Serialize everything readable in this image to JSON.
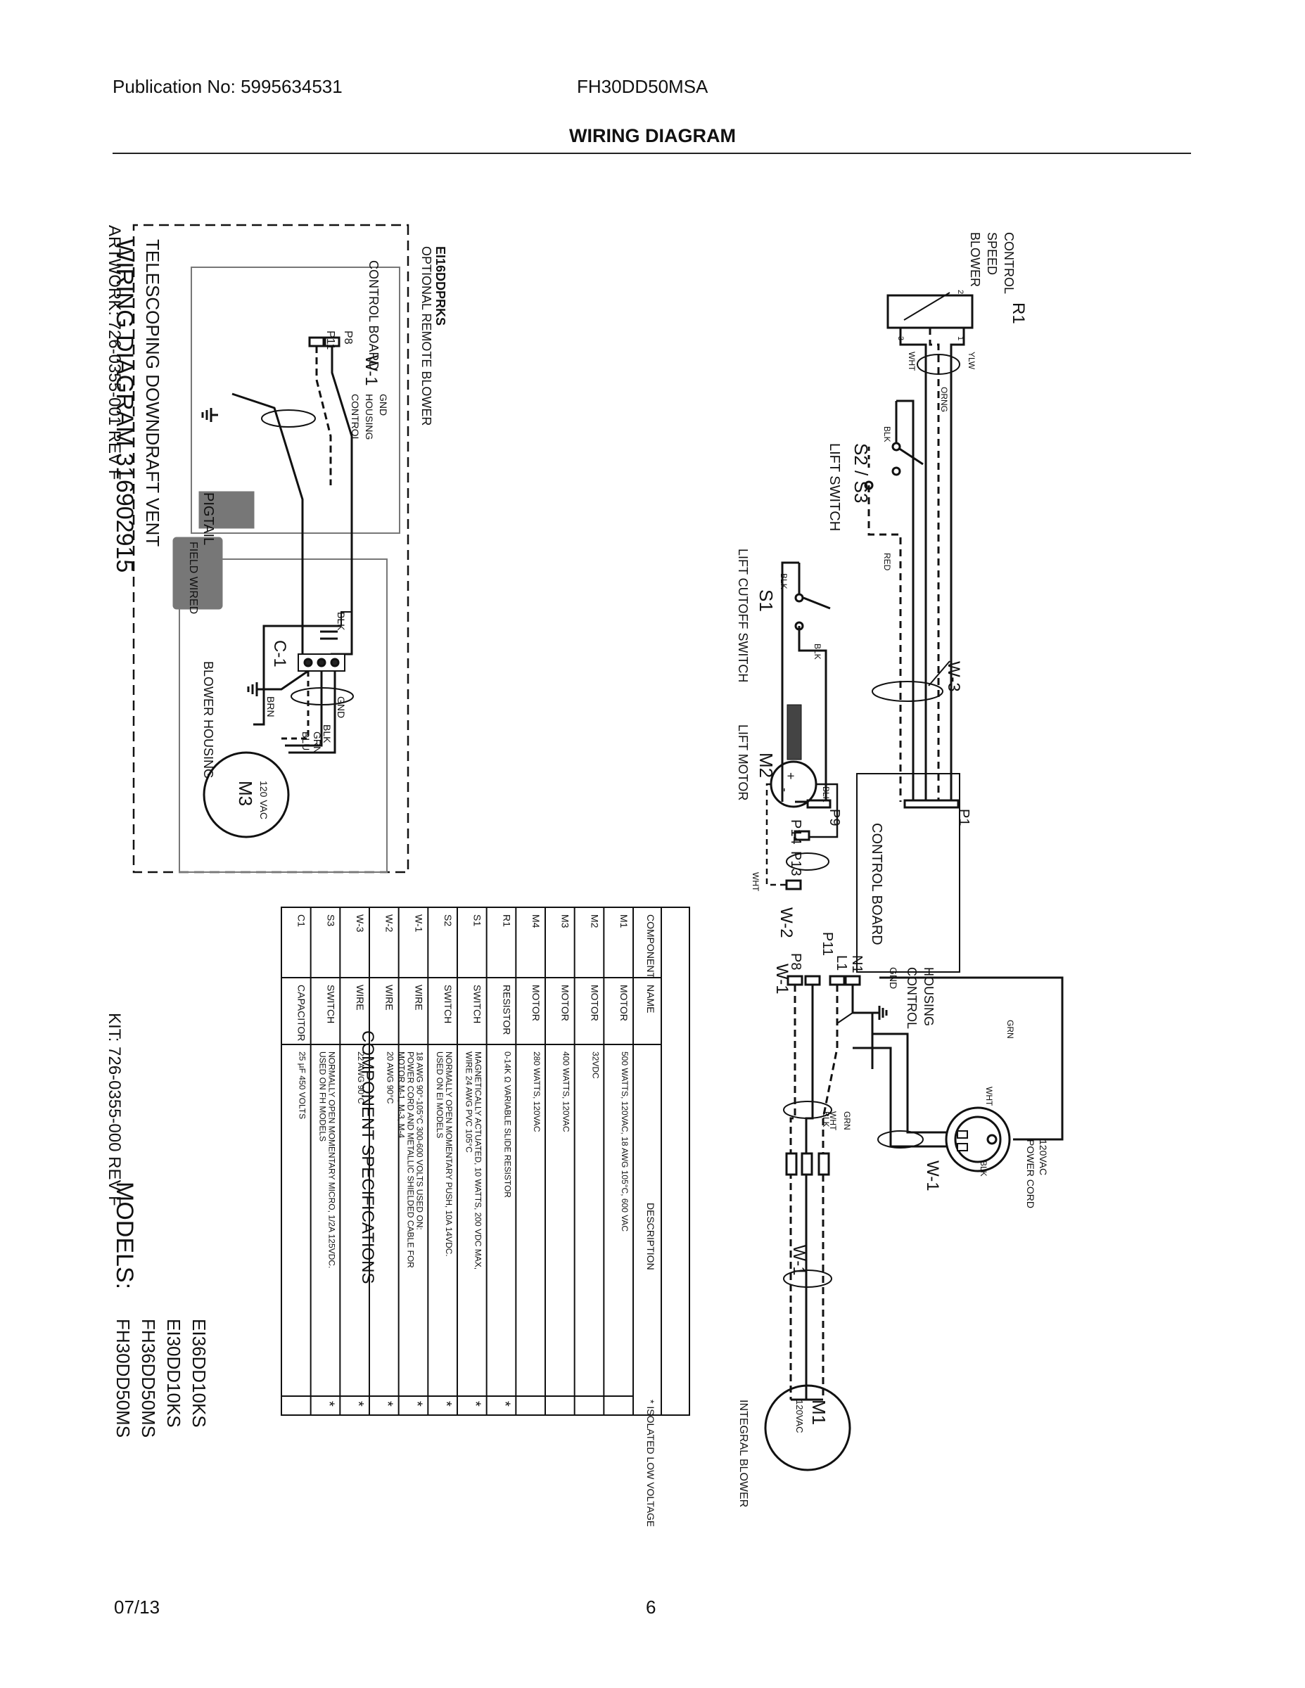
{
  "header": {
    "publication": "Publication No: 5995634531",
    "model": "FH30DD50MSA",
    "title": "WIRING DIAGRAM"
  },
  "footer": {
    "date": "07/13",
    "page": "6"
  },
  "diagram": {
    "title": "WIRING DIAGRAM  316902915",
    "subtitle": "TELESCOPING DOWNDRAFT VENT",
    "models_label": "MODELS:",
    "models": [
      "FH30DD50MS",
      "FH36DD50MS",
      "EI30DD10KS",
      "EI36DD10KS"
    ],
    "labels": {
      "blower_speed_1": "BLOWER",
      "blower_speed_2": "SPEED",
      "blower_speed_3": "CONTROL",
      "r1": "R1",
      "pin1": "1",
      "pin2": "2",
      "pin3": "3",
      "ylw": "YLW",
      "wht": "WHT",
      "orng": "ORNG",
      "blk": "BLK",
      "red": "RED",
      "grn": "GRN",
      "blu": "BLU",
      "brn": "BRN",
      "lift_switch": "LIFT SWITCH",
      "s2s3": "S2 / S3",
      "lift_cutoff": "LIFT CUTOFF SWITCH",
      "s1": "S1",
      "lift_motor": "LIFT MOTOR",
      "m2": "M2",
      "plus": "+",
      "minus": "-",
      "w3": "W-3",
      "w2": "W-2",
      "w1": "W-1",
      "p1": "P1",
      "p9": "P9",
      "p14": "P14",
      "p13": "P13",
      "p11": "P11",
      "p8": "P8",
      "l1": "L1",
      "n1": "N1",
      "control_board": "CONTROL BOARD",
      "gnd": "GND",
      "control_housing_1": "CONTROL",
      "control_housing_2": "HOUSING",
      "power_cord_1": "POWER CORD",
      "power_cord_2": "120VAC",
      "m1": "M1",
      "m1_volt": "120VAC",
      "integral_blower": "INTEGRAL BLOWER",
      "opt_title_1": "OPTIONAL REMOTE BLOWER",
      "opt_title_2": "EI16DDPRKS",
      "pigtail": "PIGTAIL",
      "field_wired": "FIELD WIRED",
      "c1": "C-1",
      "blower_housing": "BLOWER HOUSING",
      "m3": "M3",
      "m3_volt": "120 VAC",
      "artwork": "ARTWORK: 726-0355-001   REV F",
      "kit": "KIT: 726-0355-000   REV F"
    },
    "table": {
      "title": "COMPONENT SPECIFICATIONS",
      "headers": [
        "COMPONENT",
        "NAME",
        "DESCRIPTION"
      ],
      "rows": [
        {
          "component": "M1",
          "name": "MOTOR",
          "lines": [
            "500 WATTS, 120VAC, 18 AWG 105°C, 600 VAC"
          ],
          "star": ""
        },
        {
          "component": "M2",
          "name": "MOTOR",
          "lines": [
            "32VDC"
          ],
          "star": ""
        },
        {
          "component": "M3",
          "name": "MOTOR",
          "lines": [
            "400 WATTS, 120VAC"
          ],
          "star": ""
        },
        {
          "component": "M4",
          "name": "MOTOR",
          "lines": [
            "280 WATTS, 120VAC"
          ],
          "star": ""
        },
        {
          "component": "R1",
          "name": "RESISTOR",
          "lines": [
            "0-14K Ω VARIABLE SLIDE RESISTOR"
          ],
          "star": "*"
        },
        {
          "component": "S1",
          "name": "SWITCH",
          "lines": [
            "MAGNETICALLY ACTUATED, 10 WATTS, 200 VDC MAX,",
            "WIRE 24 AWG PVC 105°C"
          ],
          "star": "*"
        },
        {
          "component": "S2",
          "name": "SWITCH",
          "lines": [
            "NORMALLY OPEN MOMENTARY PUSH, 10A 14VDC.",
            "USED ON EI MODELS"
          ],
          "star": "*"
        },
        {
          "component": "W-1",
          "name": "WIRE",
          "lines": [
            "18 AWG 90°-105°C 300-600 VOLTS USED ON:",
            "POWER CORD AND METALLIC SHIELDED CABLE FOR",
            "MOTOR M-1, M-3, M-4"
          ],
          "star": "*"
        },
        {
          "component": "W-2",
          "name": "WIRE",
          "lines": [
            "20 AWG 90°C"
          ],
          "star": "*"
        },
        {
          "component": "W-3",
          "name": "WIRE",
          "lines": [
            "22 AWG 90°C"
          ],
          "star": "*"
        },
        {
          "component": "S3",
          "name": "SWITCH",
          "lines": [
            "NORMALLY OPEN MOMENTARY MICRO, 1/2A 125VDC.",
            "USED ON FH MODELS"
          ],
          "star": "*"
        },
        {
          "component": "C1",
          "name": "CAPACITOR",
          "lines": [
            "25   µF 450 VOLTS"
          ],
          "star": ""
        }
      ],
      "footnote": "*   ISOLATED LOW VOLTAGE"
    }
  }
}
